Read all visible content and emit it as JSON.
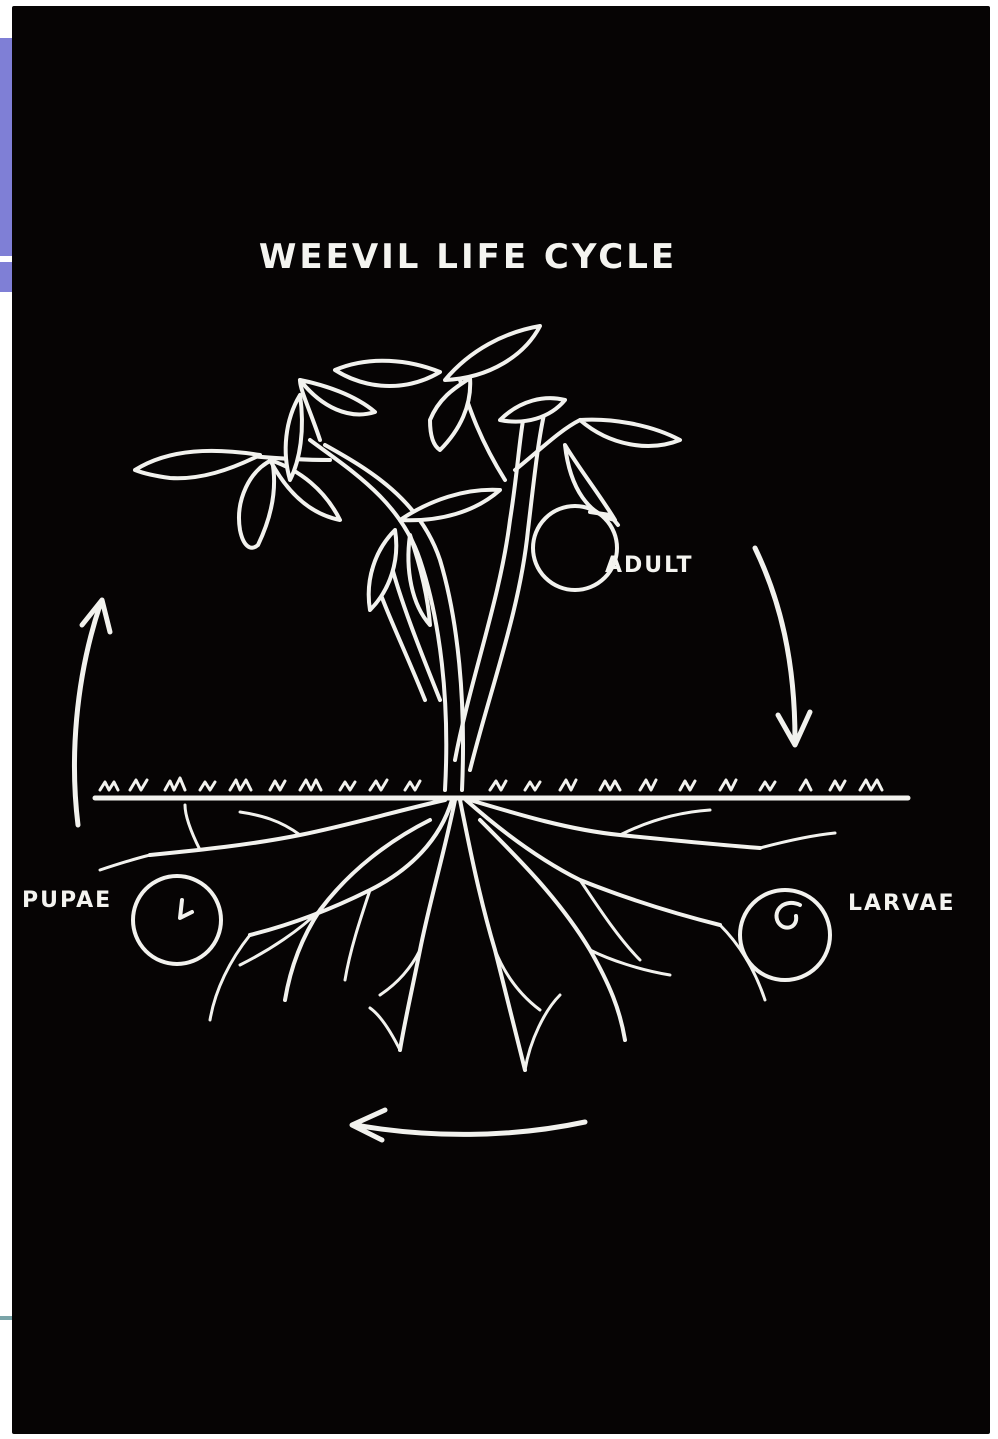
{
  "diagram": {
    "title": "WEEVIL LIFE CYCLE",
    "stages": {
      "adult": "ADULT",
      "larvae": "LARVAE",
      "pupae": "PUPAE"
    },
    "colors": {
      "background": "#060404",
      "ink": "#f2f2ee",
      "accent": "#7f7fd6"
    }
  }
}
